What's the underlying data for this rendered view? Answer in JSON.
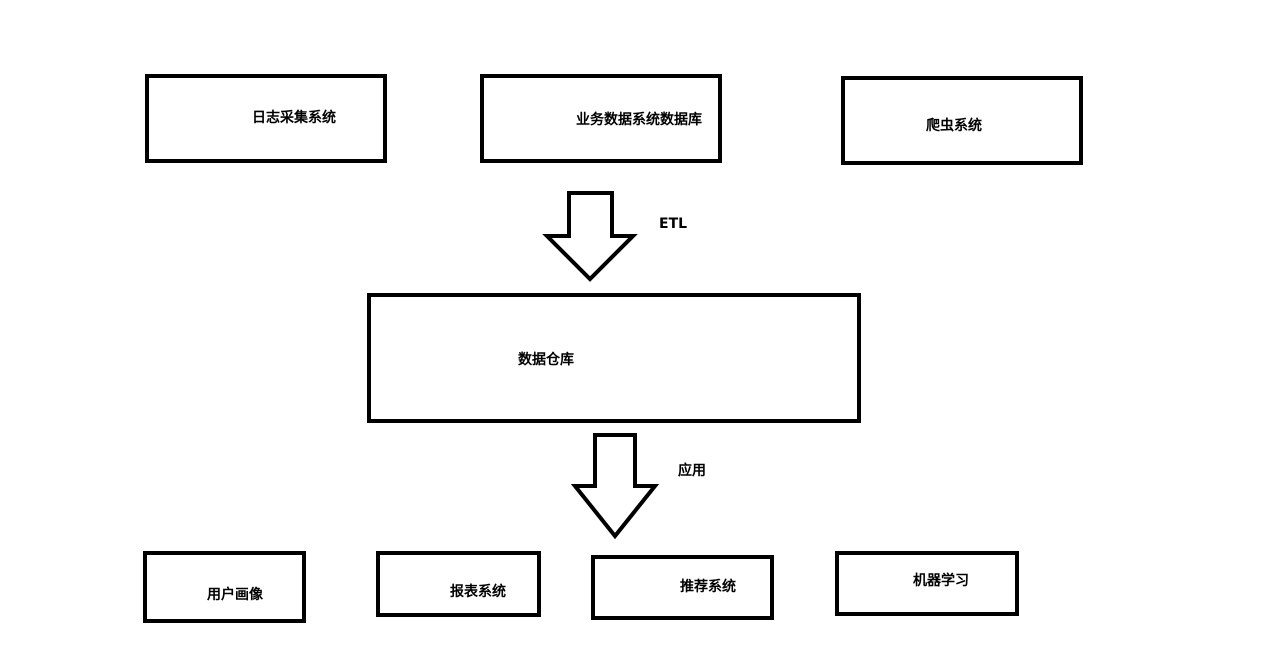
{
  "sources": {
    "log_system": "日志采集系统",
    "business_db": "业务数据系统数据库",
    "crawler": "爬虫系统"
  },
  "etl_label": "ETL",
  "warehouse": "数据仓库",
  "apply_label": "应用",
  "applications": {
    "user_profile": "用户画像",
    "report_system": "报表系统",
    "recommend_system": "推荐系统",
    "machine_learning": "机器学习"
  },
  "colors": {
    "stroke": "#000000",
    "background": "#ffffff"
  }
}
